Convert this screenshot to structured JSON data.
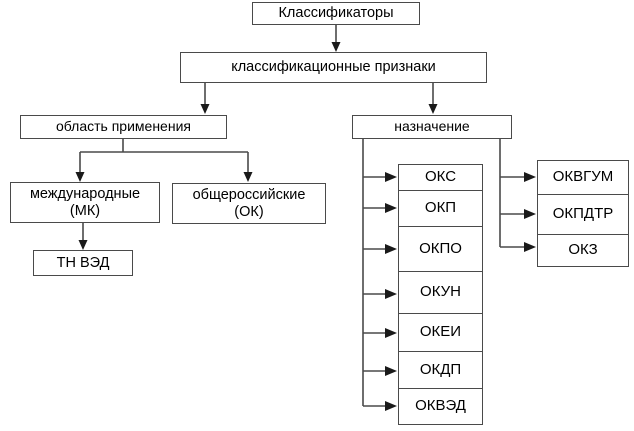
{
  "diagram": {
    "title_node": {
      "label": "Классификаторы"
    },
    "level2": {
      "label": "классификационные признаки"
    },
    "branches": [
      {
        "key": "application_area",
        "label": "область применения"
      },
      {
        "key": "purpose",
        "label": "назначение"
      }
    ],
    "application_area_children": [
      {
        "key": "international",
        "label": "международные\n(МК)"
      },
      {
        "key": "all_russian",
        "label": "общероссийские\n(ОК)"
      }
    ],
    "international_children": [
      {
        "key": "tn_ved",
        "label": "ТН ВЭД"
      }
    ],
    "purpose_column_primary": [
      {
        "key": "oks",
        "label": "ОКС"
      },
      {
        "key": "okp",
        "label": "ОКП"
      },
      {
        "key": "okpo",
        "label": "ОКПО"
      },
      {
        "key": "okun",
        "label": "ОКУН"
      },
      {
        "key": "okei",
        "label": "ОКЕИ"
      },
      {
        "key": "okdp",
        "label": "ОКДП"
      },
      {
        "key": "okved",
        "label": "ОКВЭД"
      }
    ],
    "purpose_column_secondary": [
      {
        "key": "okvgum",
        "label": "ОКВГУМ"
      },
      {
        "key": "okpdtr",
        "label": "ОКПДТР"
      },
      {
        "key": "okz",
        "label": "ОКЗ"
      }
    ],
    "colors": {
      "box_border": "#4a4a4a",
      "box_fill": "#ffffff",
      "connector": "#4a4a4a",
      "arrow_head": "#1a1a1a",
      "text": "#000000",
      "page_background": "#ffffff"
    }
  }
}
